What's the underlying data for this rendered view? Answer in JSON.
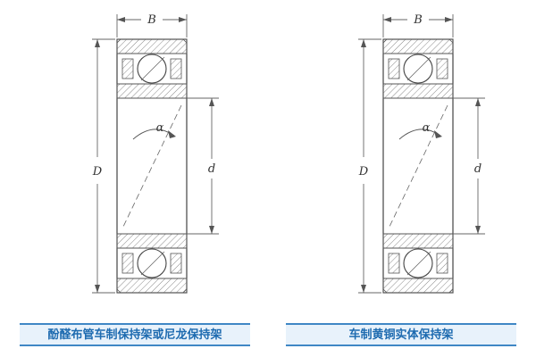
{
  "diagrams": [
    {
      "caption": "酚醛布管车制保持架或尼龙保持架",
      "labels": {
        "width": "B",
        "outer": "D",
        "bore": "d",
        "angle": "α"
      }
    },
    {
      "caption": "车制黄铜实体保持架",
      "labels": {
        "width": "B",
        "outer": "D",
        "bore": "d",
        "angle": "α"
      }
    }
  ],
  "colors": {
    "drawing_line": "#555555",
    "hatch": "#8a8a8a",
    "caption_text": "#1e6bb0",
    "caption_background": "#e8f2fb",
    "caption_border": "#3f87c5"
  }
}
